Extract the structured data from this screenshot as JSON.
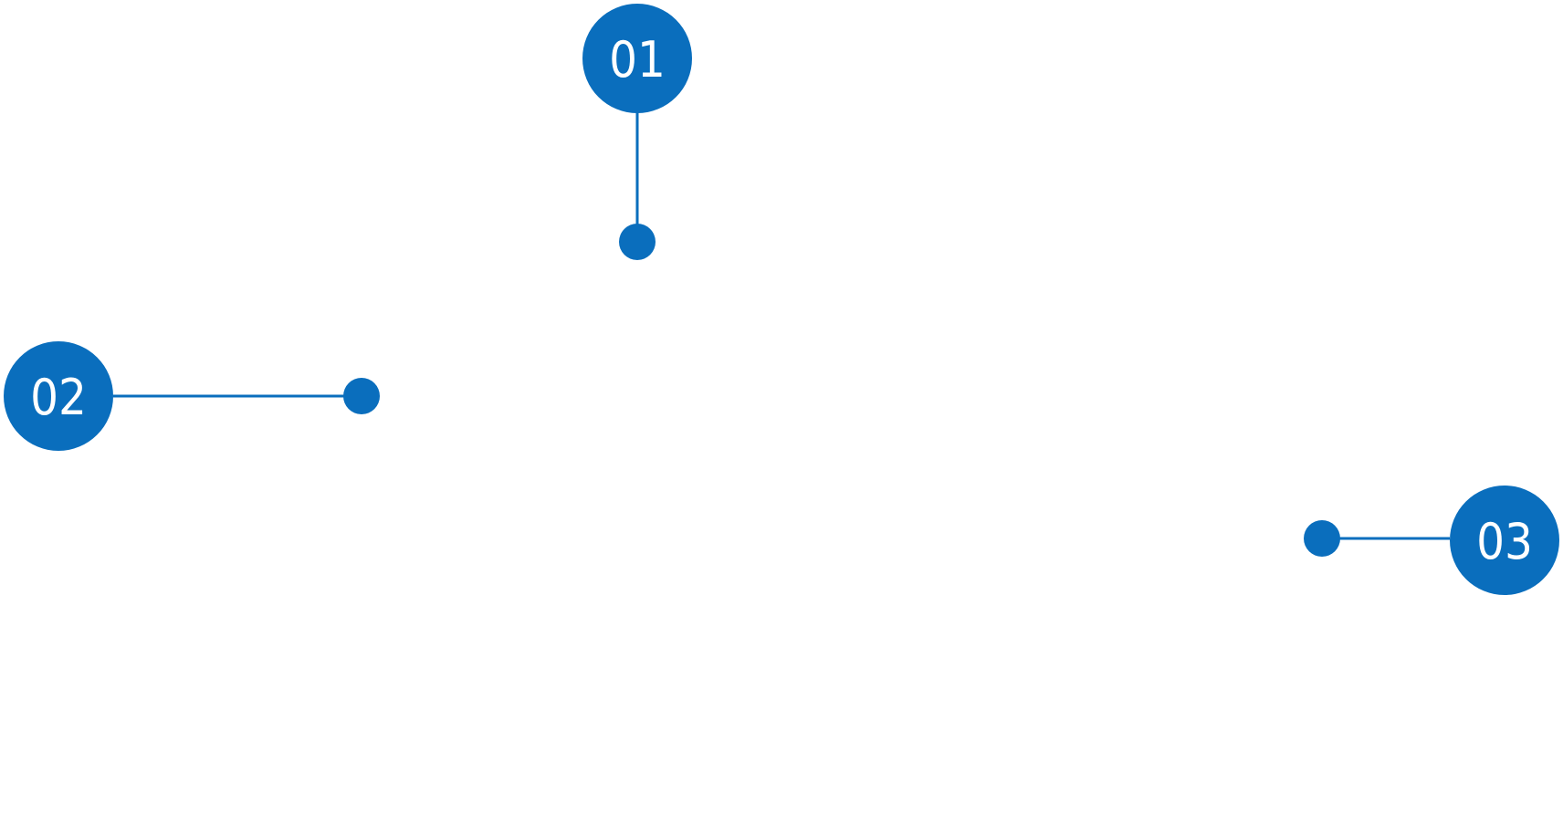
{
  "accent_color": "#0A6EBD",
  "background_color": "#FFFFFF",
  "markers": [
    {
      "label": "01"
    },
    {
      "label": "02"
    },
    {
      "label": "03"
    }
  ]
}
